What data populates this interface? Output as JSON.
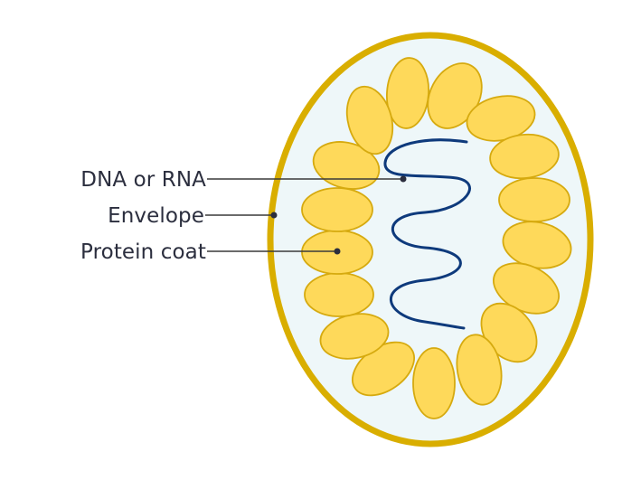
{
  "labels": {
    "nucleic_acid": "DNA or RNA",
    "envelope": "Envelope",
    "protein_coat": "Protein coat"
  },
  "colors": {
    "envelope_outline": "#d9ae00",
    "envelope_fill": "#eef7f9",
    "capsomere_fill": "#fed95a",
    "capsomere_stroke": "#d6aa0f",
    "nucleic_acid": "#0e3a7c",
    "label_text": "#2b2e3e",
    "leader_line": "#3a3a3a"
  }
}
